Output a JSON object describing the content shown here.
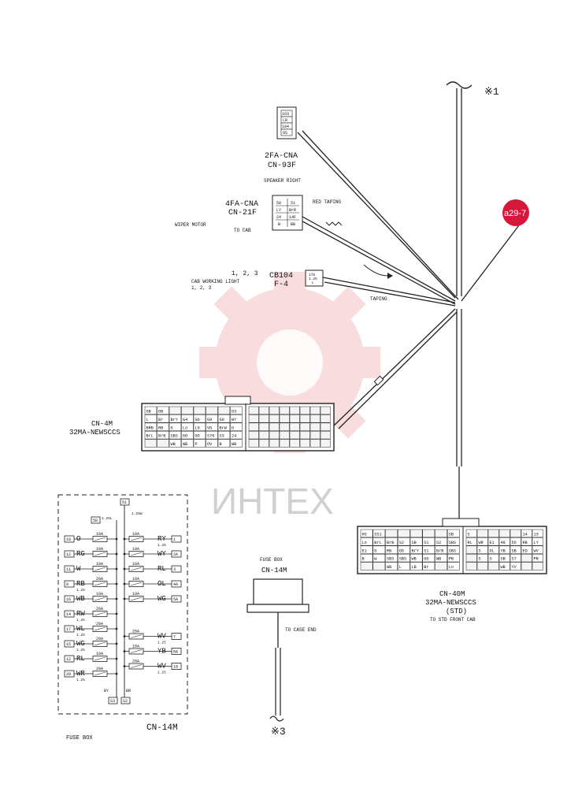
{
  "markers": {
    "m1": "※1",
    "m3": "※3"
  },
  "badge": {
    "text": "a29-7",
    "color": "#d6163a"
  },
  "connectors": {
    "cn93f": {
      "name1": "2FA-CNA",
      "name2": "CN-93F",
      "pins": [
        "103",
        "LR",
        "104",
        "OS"
      ]
    },
    "cn21f": {
      "name1": "4FA-CNA",
      "name2": "CN-21F",
      "pins": [
        "50",
        "51",
        "LY",
        "BrR",
        "24",
        "14F",
        "B",
        "BB"
      ]
    },
    "cb104": {
      "name1": "CB104",
      "name2": "F-4",
      "pins": [
        "178",
        "1.25",
        "L"
      ]
    }
  },
  "labels": {
    "speaker_right": "SPEAKER RIGHT",
    "red_taping": "RED TAPING",
    "wiper_motor": "WIPER MOTOR",
    "to_cab": "TO CAB",
    "cab_working_light_num": "1, 2, 3",
    "cab_working_light": "CAB WORKING LIGHT",
    "cab_working_light_num2": "1, 2, 3",
    "taping": "TAPING",
    "cn4m_1": "CN-4M",
    "cn4m_2": "32MA-NEWSCCS",
    "cn40m_1": "CN-40M",
    "cn40m_2": "32MA-NEWSCCS",
    "cn40m_3": "(STD)",
    "to_std_front_cab": "TO STD FRONT CAB",
    "fusebox_top": "FUSE BOX",
    "cn14m_top": "CN-14M",
    "to_case_end": "TO CASE END",
    "cn14m_bottom": "CN-14M",
    "fusebox_bottom": "FUSE BOX"
  },
  "cn4m_left_grid": [
    [
      "GB",
      "GB",
      "",
      "",
      "",
      "",
      "",
      "G3"
    ],
    [
      "L",
      "Br",
      "BrY",
      "G4",
      "G6",
      "G9",
      "G0",
      "WY"
    ],
    [
      "BRB",
      "RB",
      "G",
      "Lo",
      "LG",
      "VG",
      "BrW",
      "O"
    ],
    [
      "BrL",
      "BrB",
      "SBS",
      "GO",
      "GO",
      "S70",
      "S3",
      "24"
    ],
    [
      "",
      "",
      "WB",
      "WB",
      "P",
      "OV",
      "B",
      "WB"
    ]
  ],
  "cn4m_right_grid": [
    [
      "",
      "",
      "",
      "",
      "",
      "",
      "",
      ""
    ],
    [
      "",
      "",
      "",
      "",
      "",
      "",
      "",
      ""
    ],
    [
      "",
      "",
      "",
      "",
      "",
      "",
      "",
      ""
    ],
    [
      "",
      "",
      "",
      "",
      "",
      "",
      "",
      ""
    ],
    [
      "",
      "",
      "",
      "",
      "",
      "",
      "",
      ""
    ]
  ],
  "cn40m_left_grid": [
    [
      "HS",
      "SS1",
      "",
      "",
      "",
      "",
      "",
      "SB"
    ],
    [
      "Lo",
      "BrL",
      "BrB",
      "S2",
      "SB",
      "S1",
      "S2",
      "SBS"
    ],
    [
      "E1",
      "G",
      "RB",
      "GG",
      "BrY",
      "S1",
      "BrB",
      "SBS"
    ],
    [
      "B",
      "W",
      "SBS",
      "SBS",
      "WB",
      "GG",
      "WB",
      "PB"
    ],
    [
      "",
      "",
      "WB",
      "L",
      "LB",
      "Br",
      "",
      "Lo"
    ]
  ],
  "cn40m_right_grid": [
    [
      "S",
      "",
      "",
      "",
      "",
      "14",
      "13"
    ],
    [
      "RL",
      "WR",
      "E1",
      "48",
      "56",
      "RB",
      "LY"
    ],
    [
      "",
      "S",
      "OL",
      "YB",
      "SB",
      "ED",
      "WV"
    ],
    [
      "",
      "S",
      "S",
      "SB",
      "S7",
      "",
      "PR"
    ],
    [
      "",
      "",
      "",
      "WB",
      "YV",
      "",
      ""
    ]
  ],
  "fusebox": {
    "top_codes": [
      "58",
      "1.25L",
      "51",
      "1.25W"
    ],
    "bottom_codes": [
      "BY",
      "BR",
      "S3",
      "S2"
    ],
    "left": [
      {
        "wire": "O",
        "size": "",
        "pin": "10",
        "amp": "10A"
      },
      {
        "wire": "RG",
        "size": "",
        "pin": "12",
        "amp": "10A"
      },
      {
        "wire": "W",
        "size": "",
        "pin": "11",
        "amp": "10A"
      },
      {
        "wire": "RB",
        "size": "1.25",
        "pin": "8",
        "amp": "20A"
      },
      {
        "wire": "WB",
        "size": "",
        "pin": "16",
        "amp": "10A"
      },
      {
        "wire": "RW",
        "size": "1.25",
        "pin": "14",
        "amp": "20A"
      },
      {
        "wire": "WL",
        "size": "1.25",
        "pin": "17",
        "amp": "20A"
      },
      {
        "wire": "WG",
        "size": "1.25",
        "pin": "15",
        "amp": "20A"
      },
      {
        "wire": "RL",
        "size": "",
        "pin": "12",
        "amp": "10A"
      },
      {
        "wire": "WR",
        "size": "1.25",
        "pin": "20",
        "amp": "20A"
      }
    ],
    "right": [
      {
        "wire": "RY",
        "size": "1.25",
        "pin": "1",
        "amp": "10A"
      },
      {
        "wire": "WY",
        "size": "",
        "pin": "2A",
        "amp": "10A"
      },
      {
        "wire": "RL",
        "size": "",
        "pin": "3",
        "amp": "10A"
      },
      {
        "wire": "OL",
        "size": "",
        "pin": "4A",
        "amp": "10A"
      },
      {
        "wire": "WG",
        "size": "",
        "pin": "5A",
        "amp": "10A"
      },
      {
        "wire": "WV",
        "size": "1.25",
        "pin": "7",
        "amp": "20A"
      },
      {
        "wire": "YB",
        "size": "",
        "pin": "8A",
        "amp": "10A"
      },
      {
        "wire": "WV",
        "size": "1.25",
        "pin": "18",
        "amp": "20A"
      }
    ]
  },
  "watermark": {
    "text": "ИНТЕХ"
  }
}
